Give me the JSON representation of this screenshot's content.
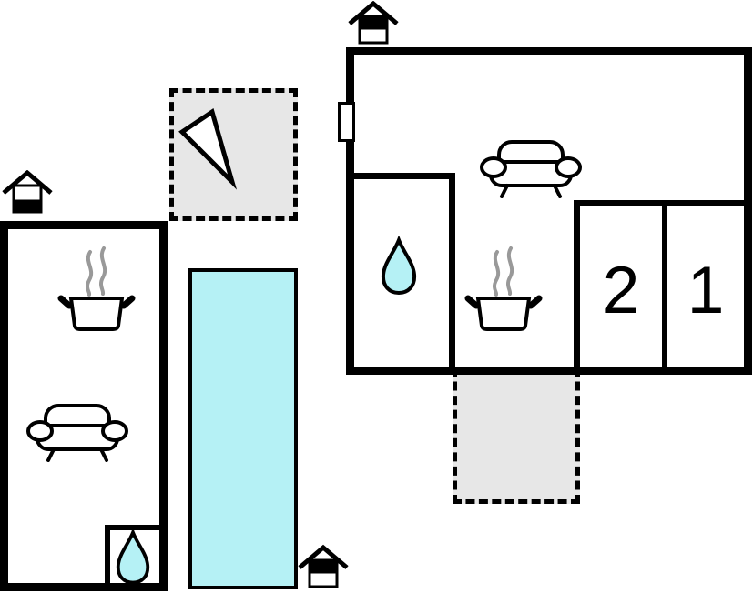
{
  "floorplan": {
    "type": "vacation-home-floor-plan",
    "colors": {
      "walls": "#000000",
      "water": "#b5f1f5",
      "outdoor_area": "#e7e7e7",
      "background": "#ffffff",
      "steam": "#999999"
    },
    "main_building": {
      "rooms": {
        "living_room": {
          "furniture_icon": "sofa-icon"
        },
        "kitchen": {
          "furniture_icon": "cooking-pot-icon"
        },
        "bathroom": {
          "furniture_icon": "water-drop-icon"
        },
        "bedroom_2": {
          "label": "2"
        },
        "bedroom_1": {
          "label": "1"
        }
      },
      "markers": {
        "entrance_icon": "house-icon",
        "window_icon": "window-marker"
      },
      "terrace": {
        "surface": "outdoor_area",
        "border_style": "dashed"
      }
    },
    "annex_building": {
      "rooms": {
        "kitchen": {
          "furniture_icon": "cooking-pot-icon"
        },
        "living_area": {
          "furniture_icon": "sofa-icon"
        },
        "bathroom": {
          "furniture_icon": "water-drop-icon"
        }
      },
      "markers": {
        "entrance_icon": "house-icon"
      }
    },
    "outdoor": {
      "pool": {
        "surface": "water"
      },
      "compass_area": {
        "border_style": "dashed",
        "icon": "north-arrow-icon"
      },
      "pool_house_marker": {
        "entrance_icon": "house-icon"
      }
    }
  }
}
